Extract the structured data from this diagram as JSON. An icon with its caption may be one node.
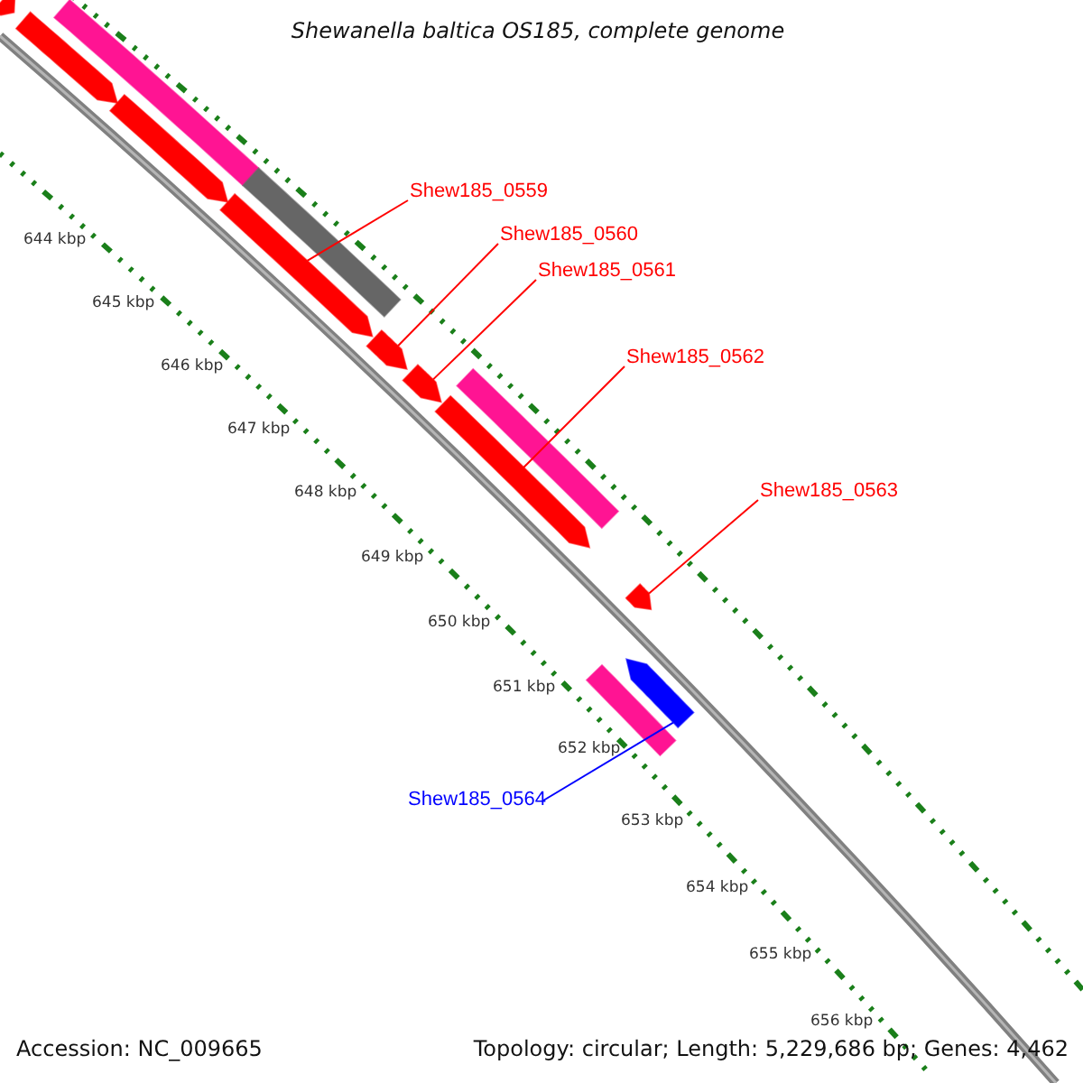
{
  "diagram": {
    "title": "Shewanella baltica OS185, complete genome",
    "nodes": [
      {
        "text": [
          "Shew185_0559"
        ]
      },
      {
        "text": [
          "Shew185_0560"
        ]
      },
      {
        "text": [
          "Shew185_0561"
        ]
      },
      {
        "text": [
          "Shew185_0562"
        ]
      },
      {
        "text": [
          "Shew185_0563"
        ]
      },
      {
        "text": [
          "Shew185_0564"
        ]
      },
      {
        "text": [],
        "shape": "bar"
      },
      {
        "text": [],
        "shape": "arrow"
      },
      {
        "text": [],
        "shape": "arrow"
      },
      {
        "text": [],
        "shape": "arrow"
      },
      {
        "text": [],
        "shape": "bar"
      },
      {
        "text": [],
        "shape": "arrow"
      },
      {
        "text": [],
        "shape": "arrow"
      },
      {
        "text": [],
        "shape": "arrow"
      },
      {
        "text": [],
        "shape": "bar"
      },
      {
        "text": [],
        "shape": "arrow"
      },
      {
        "text": [],
        "shape": "arrow"
      },
      {
        "text": [],
        "shape": "bar"
      },
      {
        "text": [],
        "shape": "arrow"
      }
    ],
    "edges": [
      {
        "from": 0,
        "to": 11,
        "arrow": "none"
      },
      {
        "from": 1,
        "to": 12,
        "arrow": "none"
      },
      {
        "from": 2,
        "to": 13,
        "arrow": "none"
      },
      {
        "from": 3,
        "to": 15,
        "arrow": "none"
      },
      {
        "from": 4,
        "to": 16,
        "arrow": "none"
      },
      {
        "from": 5,
        "to": 18,
        "arrow": "none",
        "color": "#0000ff"
      }
    ],
    "labels": [
      "644 kbp",
      "645 kbp",
      "646 kbp",
      "647 kbp",
      "648 kbp",
      "649 kbp",
      "650 kbp",
      "651 kbp",
      "652 kbp",
      "653 kbp",
      "654 kbp",
      "655 kbp",
      "656 kbp",
      "Accession: NC_009665",
      "Topology: circular; Length: 5,229,686 bp; Genes: 4,462"
    ]
  }
}
